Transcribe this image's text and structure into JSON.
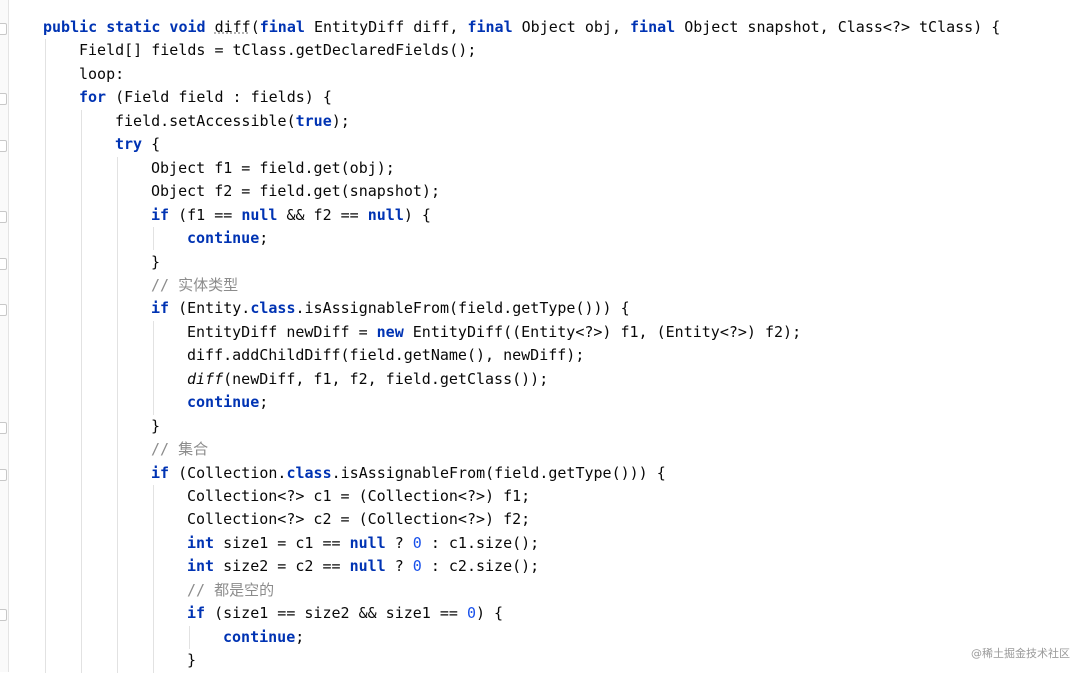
{
  "editor": {
    "language": "java",
    "colors": {
      "background": "#ffffff",
      "text": "#080808",
      "keyword": "#0033b3",
      "number": "#1750eb",
      "comment": "#8c8c8c",
      "indent_guide": "#e2e2e2"
    },
    "lines": [
      [
        {
          "t": "public static void ",
          "c": "kw"
        },
        {
          "t": "diff",
          "c": "sq"
        },
        {
          "t": "("
        },
        {
          "t": "final ",
          "c": "kw"
        },
        {
          "t": "EntityDiff diff, "
        },
        {
          "t": "final ",
          "c": "kw"
        },
        {
          "t": "Object obj, "
        },
        {
          "t": "final ",
          "c": "kw"
        },
        {
          "t": "Object snapshot, Class<?> tClass) {"
        }
      ],
      [
        {
          "t": "Field[] fields = tClass.getDeclaredFields();"
        }
      ],
      [
        {
          "t": "loop:"
        }
      ],
      [
        {
          "t": "for ",
          "c": "kw"
        },
        {
          "t": "(Field field : fields) {"
        }
      ],
      [
        {
          "t": "field.setAccessible("
        },
        {
          "t": "true",
          "c": "kw"
        },
        {
          "t": ");"
        }
      ],
      [
        {
          "t": "try ",
          "c": "kw"
        },
        {
          "t": "{"
        }
      ],
      [
        {
          "t": "Object f1 = field.get(obj);"
        }
      ],
      [
        {
          "t": "Object f2 = field.get(snapshot);"
        }
      ],
      [
        {
          "t": "if ",
          "c": "kw"
        },
        {
          "t": "(f1 == "
        },
        {
          "t": "null",
          "c": "kw"
        },
        {
          "t": " && f2 == "
        },
        {
          "t": "null",
          "c": "kw"
        },
        {
          "t": ") {"
        }
      ],
      [
        {
          "t": "continue",
          "c": "kw"
        },
        {
          "t": ";"
        }
      ],
      [
        {
          "t": "}"
        }
      ],
      [
        {
          "t": "// 实体类型",
          "c": "cm"
        }
      ],
      [
        {
          "t": "if ",
          "c": "kw"
        },
        {
          "t": "(Entity."
        },
        {
          "t": "class",
          "c": "kw"
        },
        {
          "t": ".isAssignableFrom(field.getType())) {"
        }
      ],
      [
        {
          "t": "EntityDiff newDiff = "
        },
        {
          "t": "new ",
          "c": "kw"
        },
        {
          "t": "EntityDiff((Entity<?>) f1, (Entity<?>) f2);"
        }
      ],
      [
        {
          "t": "diff.addChildDiff(field.getName(), newDiff);"
        }
      ],
      [
        {
          "t": "diff",
          "c": "it"
        },
        {
          "t": "(newDiff, f1, f2, field.getClass());"
        }
      ],
      [
        {
          "t": "continue",
          "c": "kw"
        },
        {
          "t": ";"
        }
      ],
      [
        {
          "t": "}"
        }
      ],
      [
        {
          "t": "// 集合",
          "c": "cm"
        }
      ],
      [
        {
          "t": "if ",
          "c": "kw"
        },
        {
          "t": "(Collection."
        },
        {
          "t": "class",
          "c": "kw"
        },
        {
          "t": ".isAssignableFrom(field.getType())) {"
        }
      ],
      [
        {
          "t": "Collection<?> c1 = (Collection<?>) f1;"
        }
      ],
      [
        {
          "t": "Collection<?> c2 = (Collection<?>) f2;"
        }
      ],
      [
        {
          "t": "int ",
          "c": "kw"
        },
        {
          "t": "size1 = c1 == "
        },
        {
          "t": "null",
          "c": "kw"
        },
        {
          "t": " ? "
        },
        {
          "t": "0",
          "c": "num"
        },
        {
          "t": " : c1.size();"
        }
      ],
      [
        {
          "t": "int ",
          "c": "kw"
        },
        {
          "t": "size2 = c2 == "
        },
        {
          "t": "null",
          "c": "kw"
        },
        {
          "t": " ? "
        },
        {
          "t": "0",
          "c": "num"
        },
        {
          "t": " : c2.size();"
        }
      ],
      [
        {
          "t": "// 都是空的",
          "c": "cm"
        }
      ],
      [
        {
          "t": "if ",
          "c": "kw"
        },
        {
          "t": "(size1 == size2 && size1 == "
        },
        {
          "t": "0",
          "c": "num"
        },
        {
          "t": ") {"
        }
      ],
      [
        {
          "t": "continue",
          "c": "kw"
        },
        {
          "t": ";"
        }
      ],
      [
        {
          "t": "}"
        }
      ]
    ],
    "indents": [
      0,
      1,
      1,
      1,
      2,
      2,
      3,
      3,
      3,
      4,
      3,
      3,
      3,
      4,
      4,
      4,
      4,
      3,
      3,
      3,
      4,
      4,
      4,
      4,
      4,
      4,
      5,
      4
    ]
  },
  "watermark": "@稀土掘金技术社区"
}
